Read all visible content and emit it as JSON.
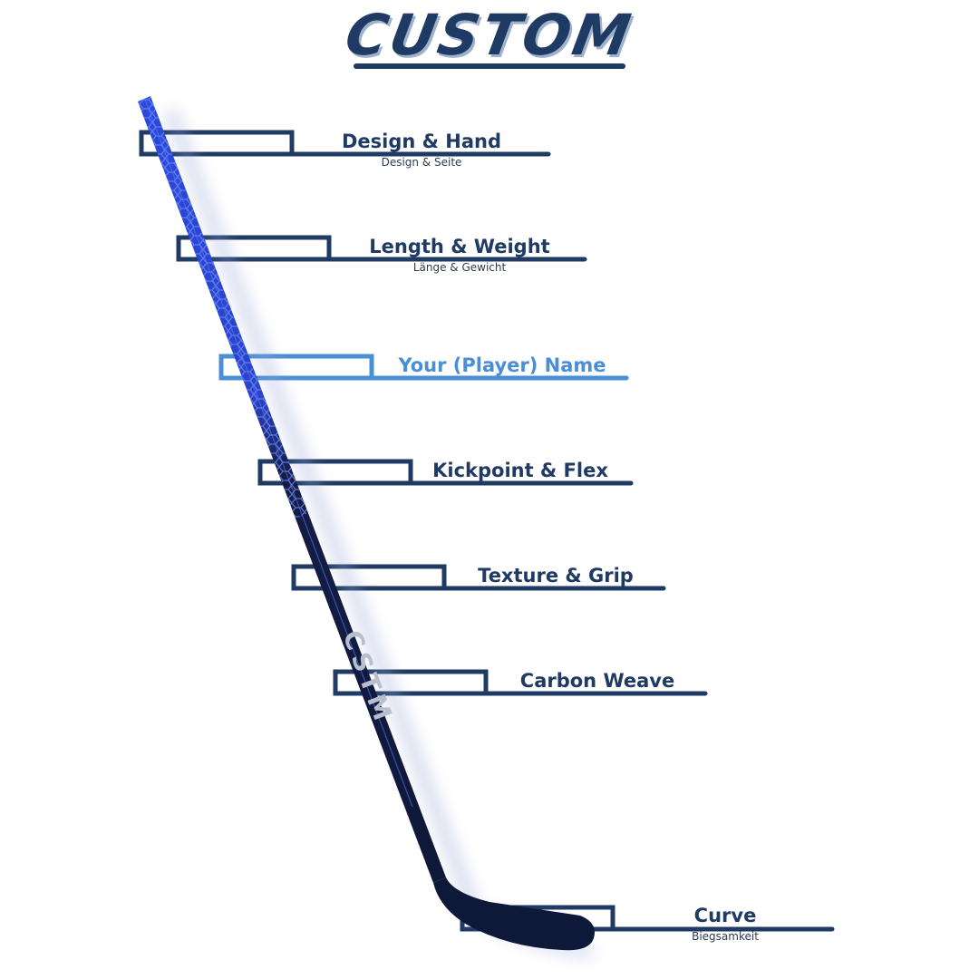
{
  "logo": {
    "text": "CUSTOM"
  },
  "colors": {
    "navy": "#1f3a63",
    "highlight": "#4a8fd6",
    "stick_blue": "#2d4bd6",
    "stick_dark": "#101a3a"
  },
  "stick": {
    "text": "CSTM"
  },
  "options": [
    {
      "title": "Design & Hand",
      "subtitle": "Design & Seite",
      "highlight": false
    },
    {
      "title": "Length & Weight",
      "subtitle": "Länge & Gewicht",
      "highlight": false
    },
    {
      "title": "Your (Player) Name",
      "subtitle": "",
      "highlight": true
    },
    {
      "title": "Kickpoint & Flex",
      "subtitle": "",
      "highlight": false
    },
    {
      "title": "Texture & Grip",
      "subtitle": "",
      "highlight": false
    },
    {
      "title": "Carbon Weave",
      "subtitle": "",
      "highlight": false
    },
    {
      "title": "Curve",
      "subtitle": "Biegsamkeit",
      "highlight": false
    }
  ]
}
